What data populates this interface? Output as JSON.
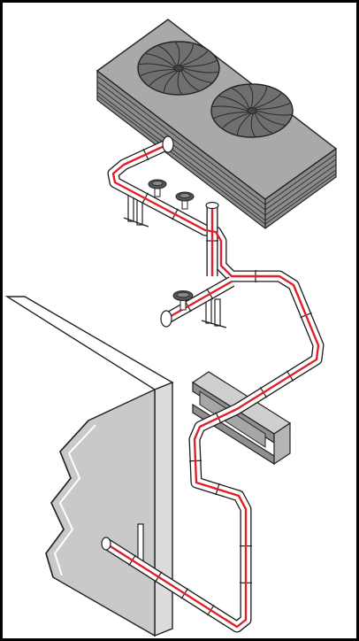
{
  "illustration": {
    "subject": "",
    "colors": {
      "border": "#000000",
      "paper": "#ffffff",
      "cable": "#e0202a",
      "pipe_fill": "#ffffff",
      "pipe_stroke": "#1a1a1a",
      "unit_top": "#a9a9a9",
      "unit_side": "#8c8c8c",
      "fan": "#6f6f6f",
      "wall": "#c9c9c9",
      "wall_top": "#ffffff",
      "beam": "#a6a6a6"
    },
    "components": [
      "condenser-unit",
      "fan",
      "pipe-run",
      "heat-trace-cable",
      "valve",
      "pipe-support",
      "i-beam",
      "wall"
    ]
  }
}
